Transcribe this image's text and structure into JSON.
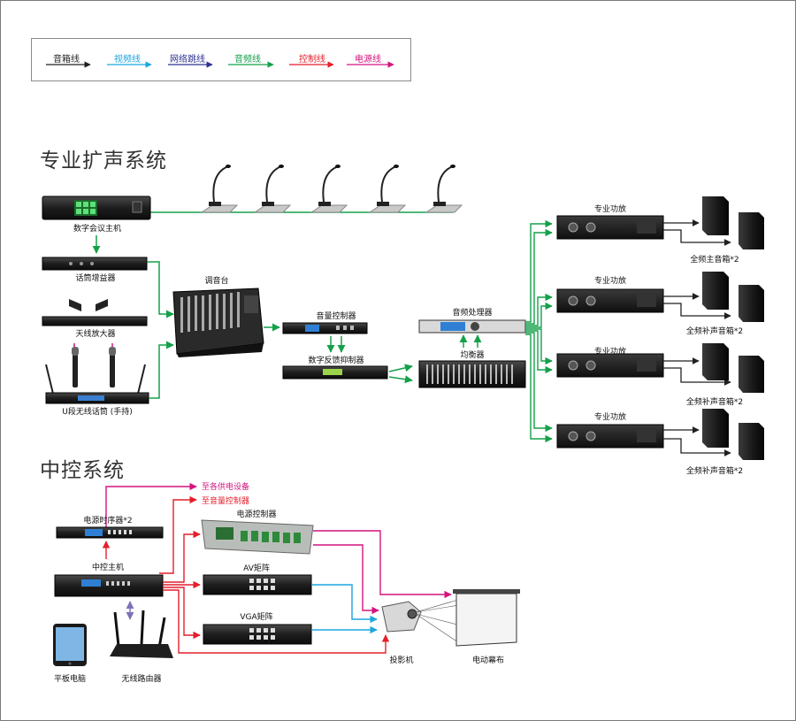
{
  "legend": [
    {
      "label": "音箱线",
      "color": "#231f20"
    },
    {
      "label": "视频线",
      "color": "#1ba6df"
    },
    {
      "label": "网络跳线",
      "color": "#2e3192"
    },
    {
      "label": "音频线",
      "color": "#15a04a"
    },
    {
      "label": "控制线",
      "color": "#e41e2b"
    },
    {
      "label": "电源线",
      "color": "#d4147f"
    }
  ],
  "sections": {
    "audio_title": "专业扩声系统",
    "control_title": "中控系统"
  },
  "audio": {
    "conference_host": "数字会议主机",
    "mic_booster": "话筒增益器",
    "antenna_amp": "天线放大器",
    "wireless_mic": "U段无线话筒 (手持)",
    "mixer": "调音台",
    "volume_controller": "音量控制器",
    "feedback_suppressor": "数字反馈抑制器",
    "audio_processor": "音频处理器",
    "equalizer": "均衡器",
    "amp_1": "专业功放",
    "amp_2": "专业功放",
    "amp_3": "专业功放",
    "amp_4": "专业功放",
    "speaker_1": "全频主音箱*2",
    "speaker_2": "全频补声音箱*2",
    "speaker_3": "全频补声音箱*2",
    "speaker_4": "全频补声音箱*2"
  },
  "control": {
    "power_devices": "至各供电设备",
    "volume_ctrl_dest": "至音量控制器",
    "power_sequencer": "电源时序器*2",
    "central_host": "中控主机",
    "power_controller": "电源控制器",
    "av_matrix": "AV矩阵",
    "vga_matrix": "VGA矩阵",
    "projector": "投影机",
    "screen": "电动幕布",
    "tablet": "平板电脑",
    "router": "无线路由器"
  },
  "colors": {
    "speaker_line": "#231f20",
    "video_line": "#1ba6df",
    "network_line": "#2e3192",
    "audio_line": "#15a04a",
    "control_line": "#e41e2b",
    "power_line": "#d4147f"
  }
}
